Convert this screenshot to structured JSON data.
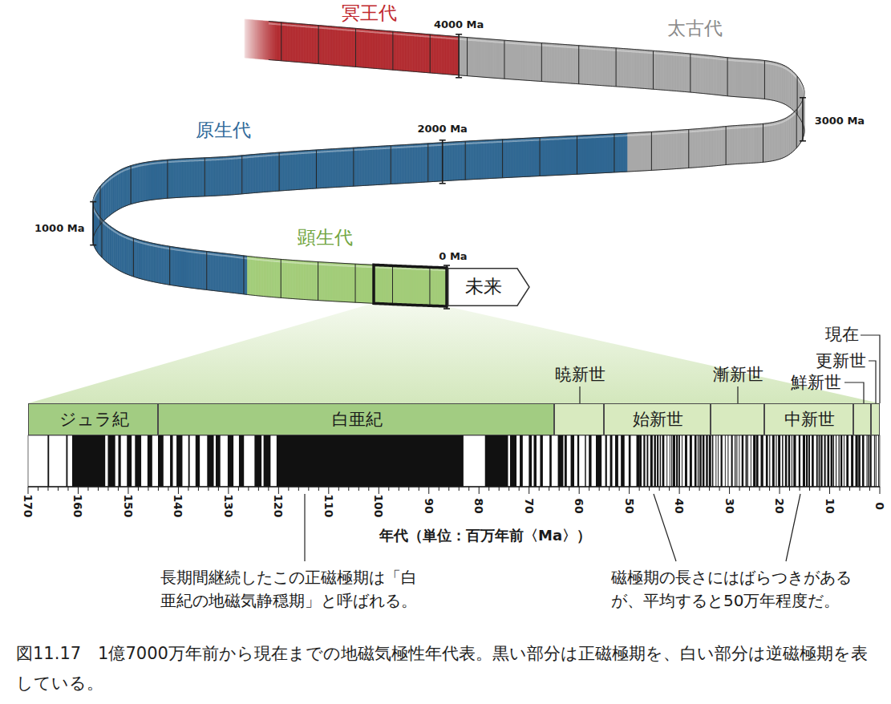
{
  "diagram": {
    "caption": "図11.17　1億7000万年前から現在までの地磁気極性年代表。黒い部分は正磁極期を、白い部分は逆磁極期を表している。",
    "nodes": [
      {
        "text": [
          "ジュラ紀"
        ]
      },
      {
        "text": [
          "白亜紀"
        ]
      },
      {
        "text": [
          "暁新世"
        ]
      },
      {
        "text": [
          "始新世"
        ]
      },
      {
        "text": [
          "漸新世"
        ]
      },
      {
        "text": [
          "中新世"
        ]
      },
      {
        "text": [
          "鮮新世"
        ]
      },
      {
        "text": [
          "更新世"
        ]
      },
      {
        "text": [
          "未来"
        ]
      }
    ],
    "labels": [
      "冥王代",
      "4000 Ma",
      "太古代",
      "3000 Ma",
      "原生代",
      "2000 Ma",
      "1000 Ma",
      "顕生代",
      "0 Ma",
      "現在",
      "170",
      "160",
      "150",
      "140",
      "130",
      "120",
      "110",
      "100",
      "90",
      "80",
      "70",
      "60",
      "50",
      "40",
      "30",
      "20",
      "10",
      "0",
      "年代（単位：百万年前〈Ma〉）",
      "長期間継続したこの正磁極期は「白亜紀の地磁気静穏期」と呼ばれる。",
      "磁極期の長さにはばらつきがあるが、平均すると50万年程度だ。"
    ]
  }
}
